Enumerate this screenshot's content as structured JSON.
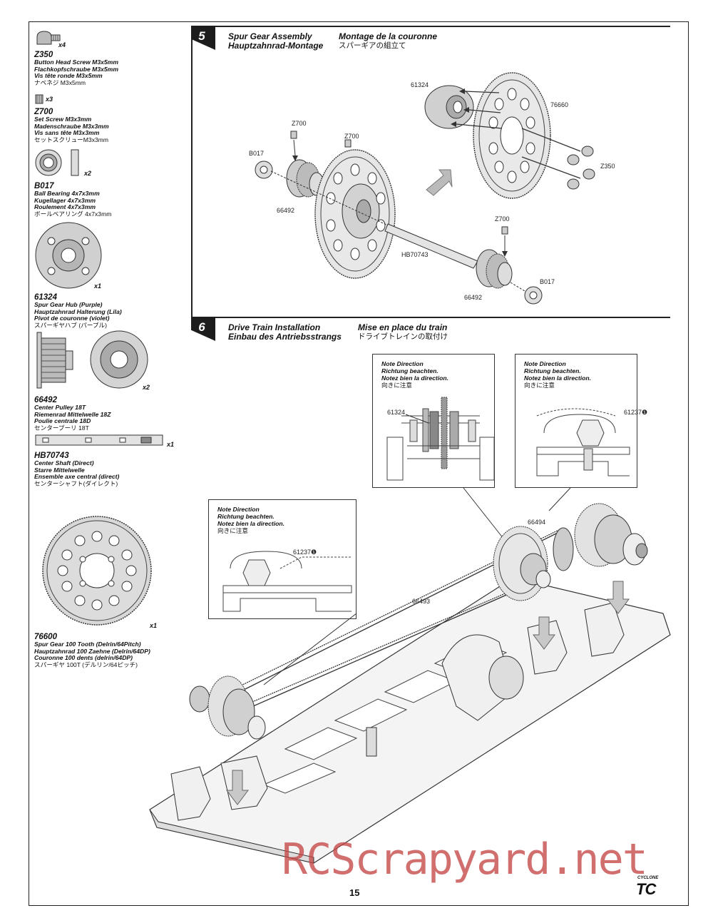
{
  "parts": [
    {
      "code": "Z350",
      "qty": "x4",
      "lines": [
        "Button Head Screw M3x5mm",
        "Flachkopfschraube M3x5mm",
        "Vis tête ronde M3x5mm"
      ],
      "jp": "ナベネジ M3x5mm"
    },
    {
      "code": "Z700",
      "qty": "x3",
      "lines": [
        "Set Screw M3x3mm",
        "Madenschraube M3x3mm",
        "Vis sans tête M3x3mm"
      ],
      "jp": "セットスクリューM3x3mm"
    },
    {
      "code": "B017",
      "qty": "x2",
      "lines": [
        "Ball Bearing 4x7x3mm",
        "Kugellager 4x7x3mm",
        "Roulement 4x7x3mm"
      ],
      "jp": "ボールベアリング 4x7x3mm"
    },
    {
      "code": "61324",
      "qty": "x1",
      "lines": [
        "Spur Gear Hub (Purple)",
        "Hauptzahnrad Halterung (Lila)",
        "Pivot de couronne (violet)"
      ],
      "jp": "スパーギヤハブ (パープル)"
    },
    {
      "code": "66492",
      "qty": "x2",
      "lines": [
        "Center Pulley 18T",
        "Riemenrad Mittelwelle 18Z",
        "Poulie centrale 18D"
      ],
      "jp": "センタープーリ 18T"
    },
    {
      "code": "HB70743",
      "qty": "x1",
      "lines": [
        "Center Shaft (Direct)",
        "Starre Mittelwelle",
        "Ensemble axe central (direct)"
      ],
      "jp": "センターシャフト(ダイレクト)"
    },
    {
      "code": "76600",
      "qty": "x1",
      "lines": [
        "Spur Gear 100 Tooth (Delrin/64Pitch)",
        "Hauptzahnrad 100 Zaehne (Delrin/64DP)",
        "Couronne 100 dents (delrin/64DP)"
      ],
      "jp": "スパーギヤ 100T (デルリン/64ピッチ)"
    }
  ],
  "step5": {
    "number": "5",
    "title_en": "Spur Gear Assembly",
    "title_de": "Hauptzahnrad-Montage",
    "title_fr": "Montage de la couronne",
    "title_jp": "スパーギアの組立て",
    "callouts": {
      "hub": "61324",
      "gear": "76660",
      "screw": "Z350",
      "set_screw_a": "Z700",
      "set_screw_b": "Z700",
      "set_screw_c": "Z700",
      "bearing_a": "B017",
      "bearing_b": "B017",
      "pulley_a": "66492",
      "pulley_b": "66492",
      "shaft": "HB70743"
    }
  },
  "step6": {
    "number": "6",
    "title_en": "Drive Train Installation",
    "title_de": "Einbau des Antriebsstrangs",
    "title_fr": "Mise en place du train",
    "title_jp": "ドライブトレインの取付け",
    "callouts": {
      "belt_short": "66494",
      "belt_long": "66493"
    },
    "notes": [
      {
        "l1": "Note Direction",
        "l2": "Richtung beachten.",
        "l3": "Notez bien la direction.",
        "jp": "向きに注意",
        "ref": "61324"
      },
      {
        "l1": "Note Direction",
        "l2": "Richtung beachten.",
        "l3": "Notez bien la direction.",
        "jp": "向きに注意",
        "ref": "61237❶"
      },
      {
        "l1": "Note Direction",
        "l2": "Richtung beachten.",
        "l3": "Notez bien la direction.",
        "jp": "向きに注意",
        "ref": "61237❶"
      }
    ]
  },
  "page_number": "15",
  "brand_small": "CYCLONE",
  "brand_big": "TC",
  "watermark": "RCScrapyard.net"
}
